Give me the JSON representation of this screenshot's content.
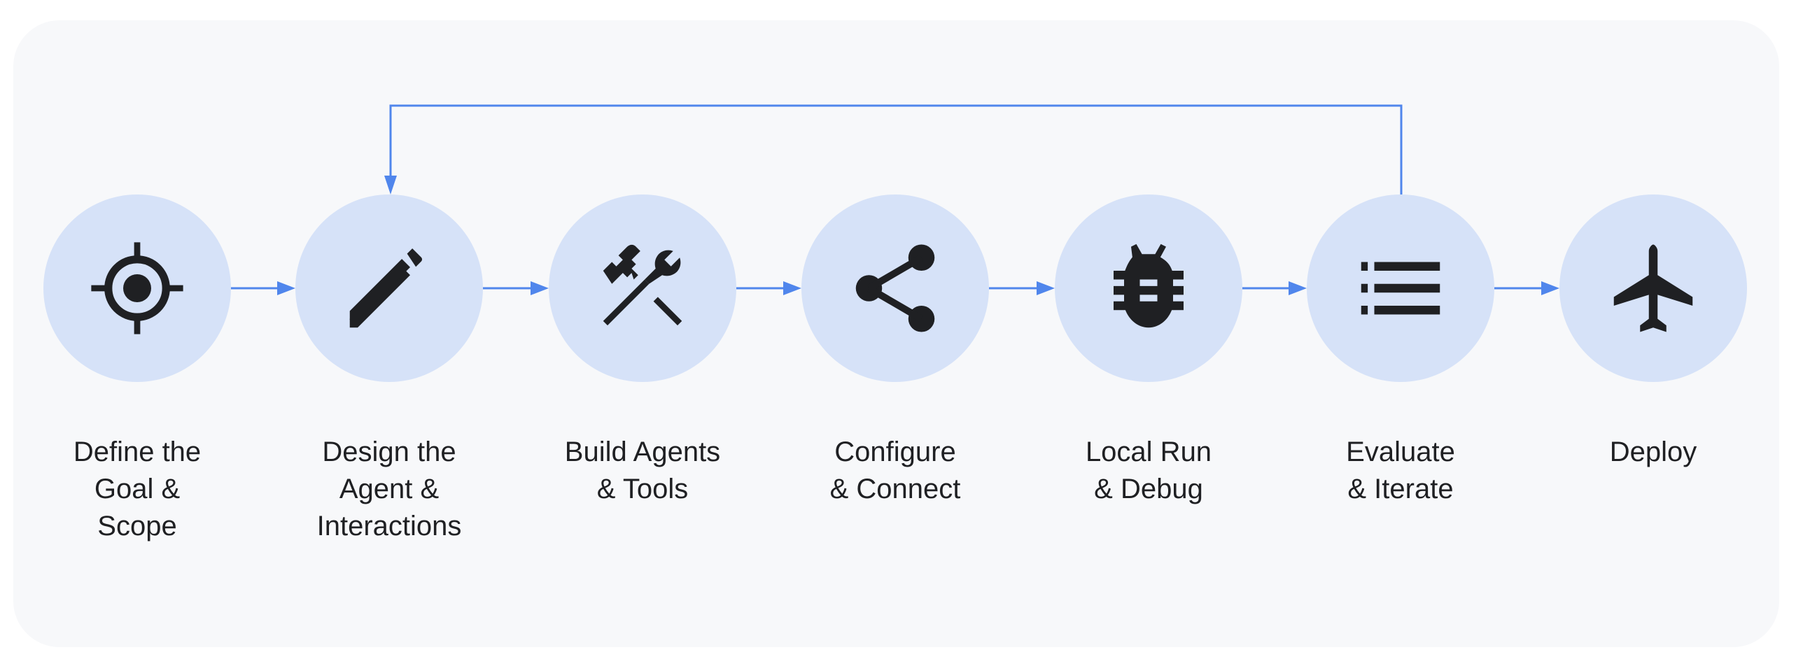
{
  "colors": {
    "panel": "#f7f8fa",
    "node": "#d6e2f8",
    "arrow": "#5086ec",
    "icon": "#1f2023"
  },
  "steps": [
    {
      "icon": "target-icon",
      "lines": [
        "Define the",
        "Goal &",
        "Scope"
      ]
    },
    {
      "icon": "pencil-icon",
      "lines": [
        "Design the",
        "Agent &",
        "Interactions"
      ]
    },
    {
      "icon": "tools-icon",
      "lines": [
        "Build Agents",
        "& Tools"
      ]
    },
    {
      "icon": "share-icon",
      "lines": [
        "Configure",
        "& Connect"
      ]
    },
    {
      "icon": "bug-icon",
      "lines": [
        "Local Run",
        "& Debug"
      ]
    },
    {
      "icon": "list-icon",
      "lines": [
        "Evaluate",
        "& Iterate"
      ]
    },
    {
      "icon": "airplane-icon",
      "lines": [
        "Deploy"
      ]
    }
  ],
  "loop": {
    "from": "Evaluate & Iterate",
    "to": "Design the Agent & Interactions"
  }
}
